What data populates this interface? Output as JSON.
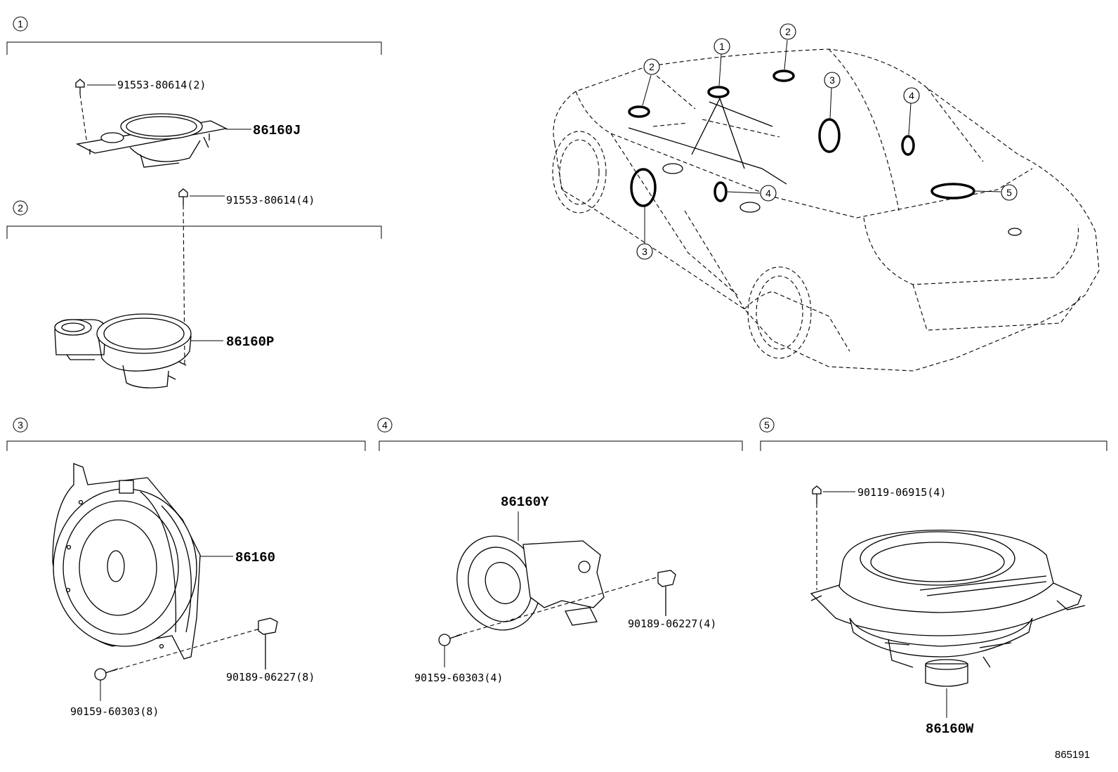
{
  "sections": [
    {
      "id": "1",
      "parts": {
        "screw": "91553-80614(2)",
        "speaker": "86160J"
      }
    },
    {
      "id": "2",
      "parts": {
        "screw": "91553-80614(4)",
        "speaker": "86160P"
      }
    },
    {
      "id": "3",
      "parts": {
        "speaker": "86160",
        "clip": "90189-06227(8)",
        "screw": "90159-60303(8)"
      }
    },
    {
      "id": "4",
      "parts": {
        "speaker": "86160Y",
        "clip": "90189-06227(4)",
        "screw": "90159-60303(4)"
      }
    },
    {
      "id": "5",
      "parts": {
        "screw": "90119-06915(4)",
        "speaker": "86160W"
      }
    }
  ],
  "car_callouts": [
    "2",
    "1",
    "2",
    "3",
    "4",
    "4",
    "3",
    "5"
  ],
  "figure_ref": "865191"
}
